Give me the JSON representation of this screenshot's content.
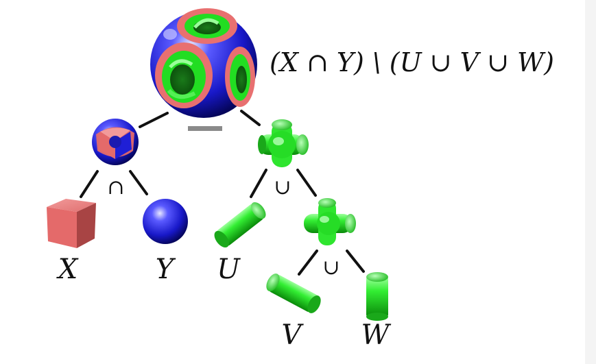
{
  "diagram": {
    "expression": "(X ∩ Y) \\ (U ∪ V ∪ W)",
    "operators": {
      "difference": "−",
      "intersection": "∩",
      "union_top": "∪",
      "union_bottom": "∪"
    },
    "leaf_labels": {
      "x": "X",
      "y": "Y",
      "u": "U",
      "v": "V",
      "w": "W"
    },
    "colors": {
      "red_solid": "#e46a6a",
      "blue_solid": "#1f1fd6",
      "green_solid": "#22dd22",
      "operator_gray": "#8a8a8a",
      "edge": "#111111"
    }
  }
}
